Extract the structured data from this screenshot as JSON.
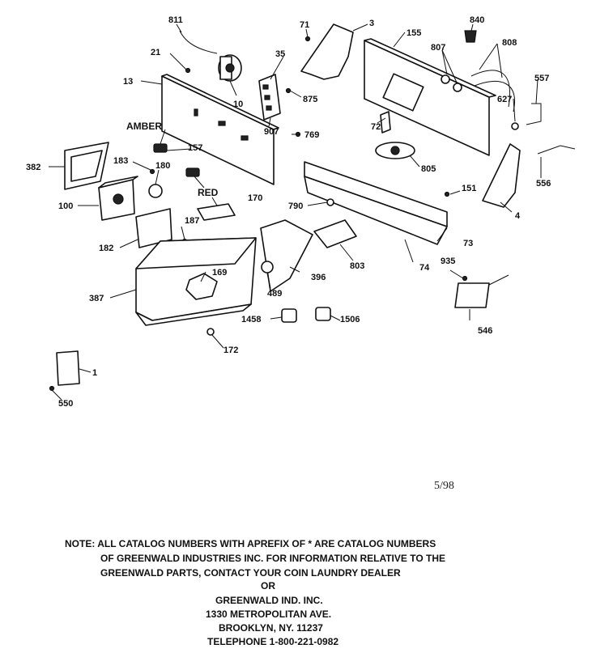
{
  "diagram": {
    "parts": [
      {
        "ref": "811"
      },
      {
        "ref": "71"
      },
      {
        "ref": "3"
      },
      {
        "ref": "155"
      },
      {
        "ref": "840"
      },
      {
        "ref": "808"
      },
      {
        "ref": "21"
      },
      {
        "ref": "35"
      },
      {
        "ref": "807"
      },
      {
        "ref": "13"
      },
      {
        "ref": "10"
      },
      {
        "ref": "875"
      },
      {
        "ref": "557"
      },
      {
        "ref": "627"
      },
      {
        "ref": "AMBER"
      },
      {
        "ref": "907"
      },
      {
        "ref": "72"
      },
      {
        "ref": "769"
      },
      {
        "ref": "157"
      },
      {
        "ref": "382"
      },
      {
        "ref": "183"
      },
      {
        "ref": "805"
      },
      {
        "ref": "180"
      },
      {
        "ref": "556"
      },
      {
        "ref": "RED"
      },
      {
        "ref": "151"
      },
      {
        "ref": "100"
      },
      {
        "ref": "170"
      },
      {
        "ref": "790"
      },
      {
        "ref": "4"
      },
      {
        "ref": "187"
      },
      {
        "ref": "182"
      },
      {
        "ref": "73"
      },
      {
        "ref": "935"
      },
      {
        "ref": "169"
      },
      {
        "ref": "803"
      },
      {
        "ref": "74"
      },
      {
        "ref": "396"
      },
      {
        "ref": "387"
      },
      {
        "ref": "489"
      },
      {
        "ref": "1458"
      },
      {
        "ref": "1506"
      },
      {
        "ref": "546"
      },
      {
        "ref": "172"
      },
      {
        "ref": "1"
      },
      {
        "ref": "550"
      }
    ],
    "date": "5/98"
  },
  "note": {
    "lines": [
      "NOTE: ALL CATALOG NUMBERS WITH APREFIX OF * ARE CATALOG NUMBERS",
      "OF GREENWALD INDUSTRIES INC. FOR INFORMATION RELATIVE TO THE",
      "GREENWALD PARTS, CONTACT YOUR COIN LAUNDRY DEALER",
      "OR",
      "GREENWALD IND. INC.",
      "1330 METROPOLITAN AVE.",
      "BROOKLYN, NY. 11237",
      "TELEPHONE 1-800-221-0982"
    ]
  }
}
